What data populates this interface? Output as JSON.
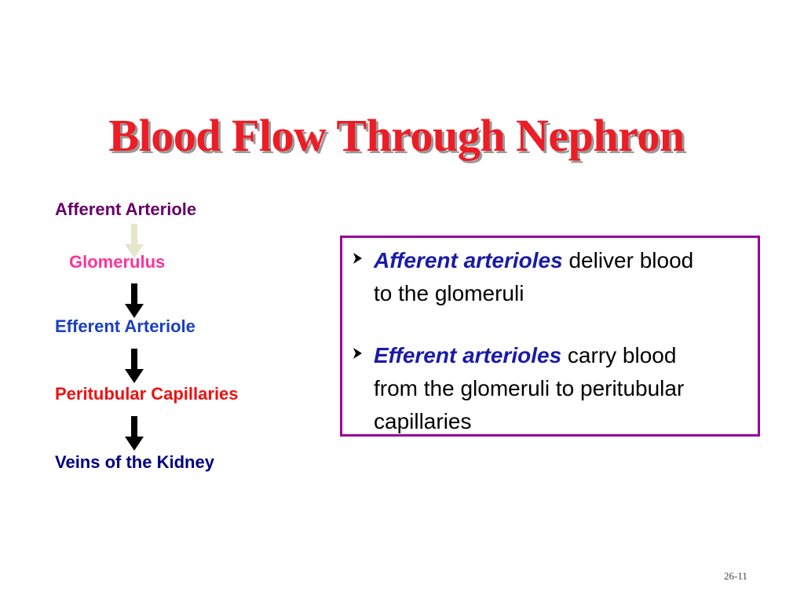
{
  "slide": {
    "title": "Blood Flow Through Nephron",
    "page_number": "26-11"
  },
  "flow": {
    "steps": [
      {
        "label": "Afferent Arteriole",
        "color": "#660066"
      },
      {
        "label": "Glomerulus",
        "color": "#ff3399"
      },
      {
        "label": "Efferent Arteriole",
        "color": "#1a3fbf"
      },
      {
        "label": "Peritubular Capillaries",
        "color": "#ee1111"
      },
      {
        "label": "Veins of the Kidney",
        "color": "#000080"
      }
    ],
    "arrow_colors": [
      "#e6e6cc",
      "#000000",
      "#000000",
      "#000000"
    ]
  },
  "info_box": {
    "border_color": "#990099",
    "bullets": [
      {
        "emphasis": "Afferent arterioles",
        "rest": "deliver blood to the glomeruli"
      },
      {
        "emphasis": "Efferent arterioles",
        "rest": "carry blood from the glomeruli to peritubular capillaries"
      }
    ]
  }
}
